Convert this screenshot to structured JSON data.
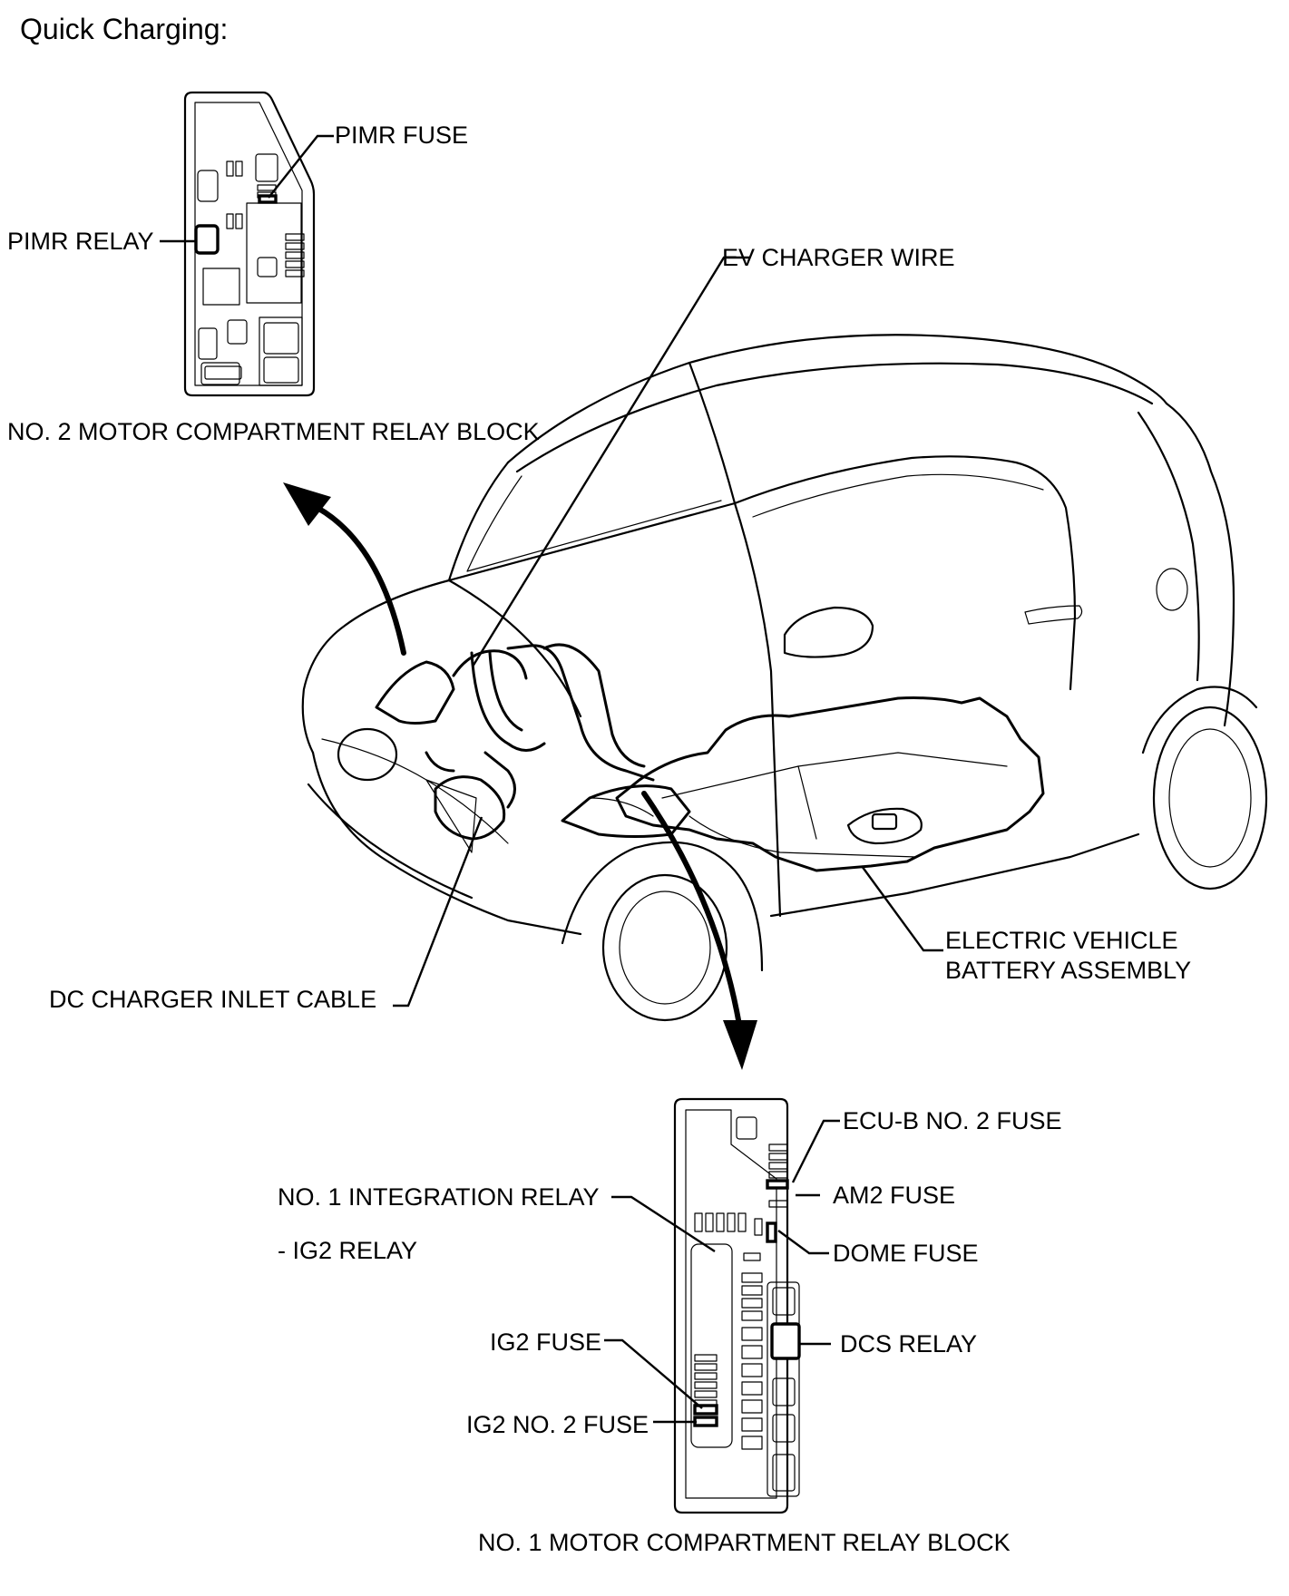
{
  "title": "Quick Charging:",
  "callouts": {
    "pimr_fuse": "PIMR FUSE",
    "pimr_relay": "PIMR RELAY",
    "no2_block": "NO. 2 MOTOR COMPARTMENT RELAY BLOCK",
    "ev_charger_wire": "EV CHARGER WIRE",
    "ev_battery_line1": "ELECTRIC VEHICLE",
    "ev_battery_line2": "BATTERY ASSEMBLY",
    "dc_inlet_cable": "DC CHARGER INLET CABLE",
    "ecu_b_no2_fuse": "ECU-B NO. 2 FUSE",
    "no1_integration_relay": "NO. 1 INTEGRATION RELAY",
    "am2_fuse": "AM2 FUSE",
    "ig2_relay": "- IG2 RELAY",
    "dome_fuse": "DOME FUSE",
    "ig2_fuse": "IG2 FUSE",
    "dcs_relay": "DCS RELAY",
    "ig2_no2_fuse": "IG2 NO. 2 FUSE",
    "no1_block": "NO. 1 MOTOR COMPARTMENT RELAY BLOCK"
  }
}
